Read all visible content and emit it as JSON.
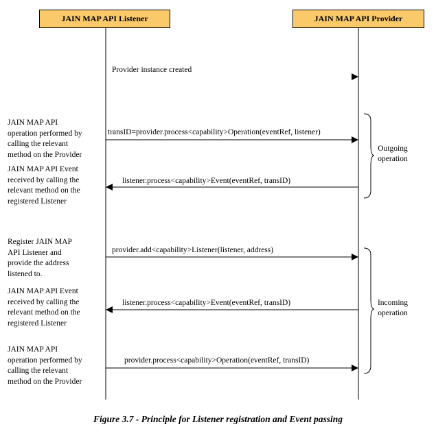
{
  "actors": {
    "listener": "JAIN MAP API Listener",
    "provider": "JAIN MAP API Provider"
  },
  "provider_created": "Provider instance created",
  "messages": [
    {
      "text": "transID=provider.process<capability>Operation(eventRef, listener)",
      "direction": "to-provider"
    },
    {
      "text": "listener.process<capability>Event(eventRef, transID)",
      "direction": "to-listener"
    },
    {
      "text": "provider.add<capability>Listener(listener, address)",
      "direction": "to-provider"
    },
    {
      "text": "listener.process<capability>Event(eventRef, transID)",
      "direction": "to-listener"
    },
    {
      "text": "provider.process<capability>Operation(eventRef, transID)",
      "direction": "to-provider"
    }
  ],
  "notes": [
    "JAIN MAP API\noperation performed   by\ncalling the relevant\nmethod on the Provider",
    "JAIN MAP API Event\nreceived by calling the\nrelevant method on the\nregistered Listener",
    "Register JAIN MAP\nAPI Listener  and\nprovide the address\nlistened to.",
    "JAIN MAP API Event\nreceived by calling the\nrelevant method on the\nregistered Listener",
    "JAIN MAP API\noperation performed   by\ncalling the relevant\nmethod on the Provider"
  ],
  "groups": {
    "outgoing": "Outgoing\noperation",
    "incoming": "Incoming\noperation"
  },
  "caption": "Figure 3.7 - Principle for Listener registration and Event passing"
}
